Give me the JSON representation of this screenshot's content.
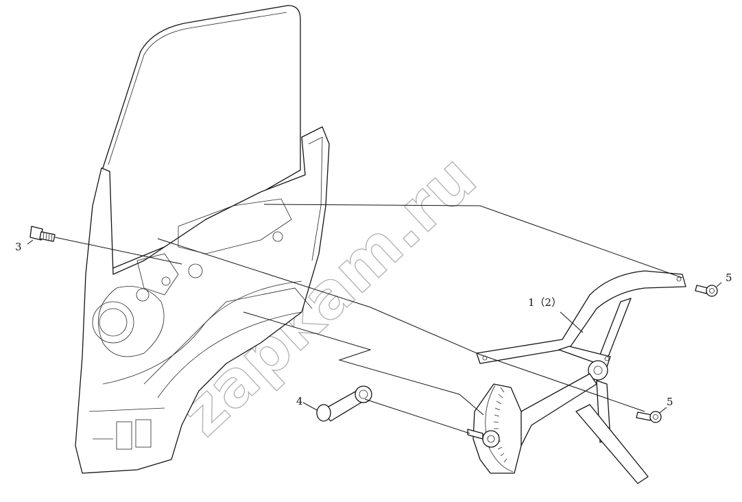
{
  "diagram": {
    "watermark": "zapkam.ru",
    "callouts": [
      {
        "id": "c3",
        "text": "3"
      },
      {
        "id": "c1",
        "text": "1（2）"
      },
      {
        "id": "c5a",
        "text": "5"
      },
      {
        "id": "c4",
        "text": "4"
      },
      {
        "id": "c5b",
        "text": "5"
      }
    ],
    "parts": [
      "door-glass",
      "door-inner-panel",
      "window-regulator-arm",
      "regulator-gear-sector",
      "bolt-3",
      "crank-handle-4",
      "bolt-5-upper",
      "bolt-5-lower"
    ]
  }
}
